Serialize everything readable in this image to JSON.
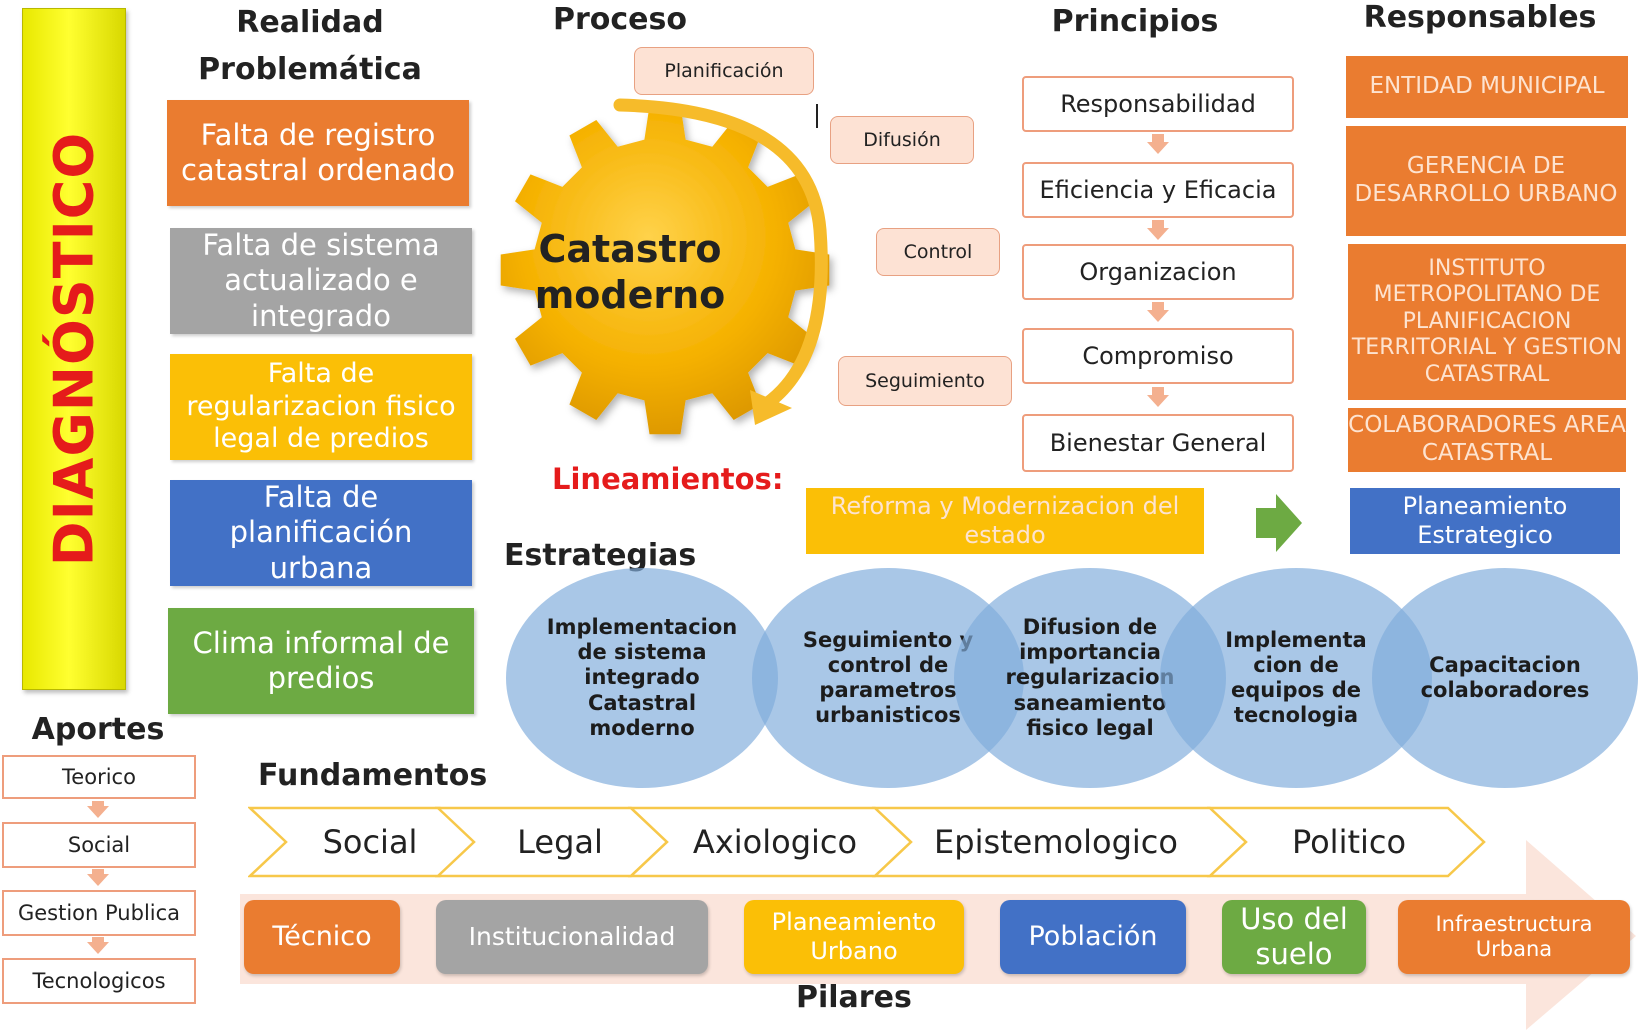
{
  "diagnostico": "DIAGNÓSTICO",
  "headings": {
    "realidad": "Realidad Problemática",
    "proceso": "Proceso",
    "principios": "Principios",
    "responsables": "Responsables",
    "lineamientos": "Lineamientos:",
    "estrategias": "Estrategias",
    "aportes": "Aportes",
    "fundamentos": "Fundamentos",
    "pilares": "Pilares"
  },
  "problemas": [
    "Falta de registro catastral ordenado",
    "Falta de sistema actualizado e integrado",
    "Falta de regularizacion fisico legal de predios",
    "Falta de planificación urbana",
    "Clima informal de predios"
  ],
  "proceso": {
    "gear_label": "Catastro moderno",
    "steps": [
      "Planificación",
      "Difusión",
      "Control",
      "Seguimiento"
    ]
  },
  "principios": [
    "Responsabilidad",
    "Eficiencia y Eficacia",
    "Organizacion",
    "Compromiso",
    "Bienestar General"
  ],
  "responsables": [
    "ENTIDAD MUNICIPAL",
    "GERENCIA DE DESARROLLO URBANO",
    "INSTITUTO METROPOLITANO DE PLANIFICACION TERRITORIAL Y GESTION CATASTRAL",
    "COLABORADORES AREA CATASTRAL"
  ],
  "lineamientos": {
    "reforma": "Reforma y Modernizacion del estado",
    "planeamiento": "Planeamiento Estrategico"
  },
  "estrategias": [
    "Implementacion de sistema integrado Catastral moderno",
    "Seguimiento y control de parametros urbanisticos",
    "Difusion de importancia regularizacion saneamiento fisico legal",
    "Implementa cion de equipos de tecnologia",
    "Capacitacion colaboradores"
  ],
  "aportes": [
    "Teorico",
    "Social",
    "Gestion Publica",
    "Tecnologicos"
  ],
  "fundamentos": [
    "Social",
    "Legal",
    "Axiologico",
    "Epistemologico",
    "Politico"
  ],
  "pilares": [
    "Técnico",
    "Institucionalidad",
    "Planeamiento Urbano",
    "Población",
    "Uso del suelo",
    "Infraestructura Urbana"
  ],
  "colors": {
    "orange": "#ea7c30",
    "gray": "#a4a4a4",
    "yellow": "#fbbf06",
    "blue": "#4271c6",
    "green": "#6daa43",
    "red_title": "#e51b1b",
    "gear": "#f5b100",
    "strategy_circle": "#80acdb"
  }
}
